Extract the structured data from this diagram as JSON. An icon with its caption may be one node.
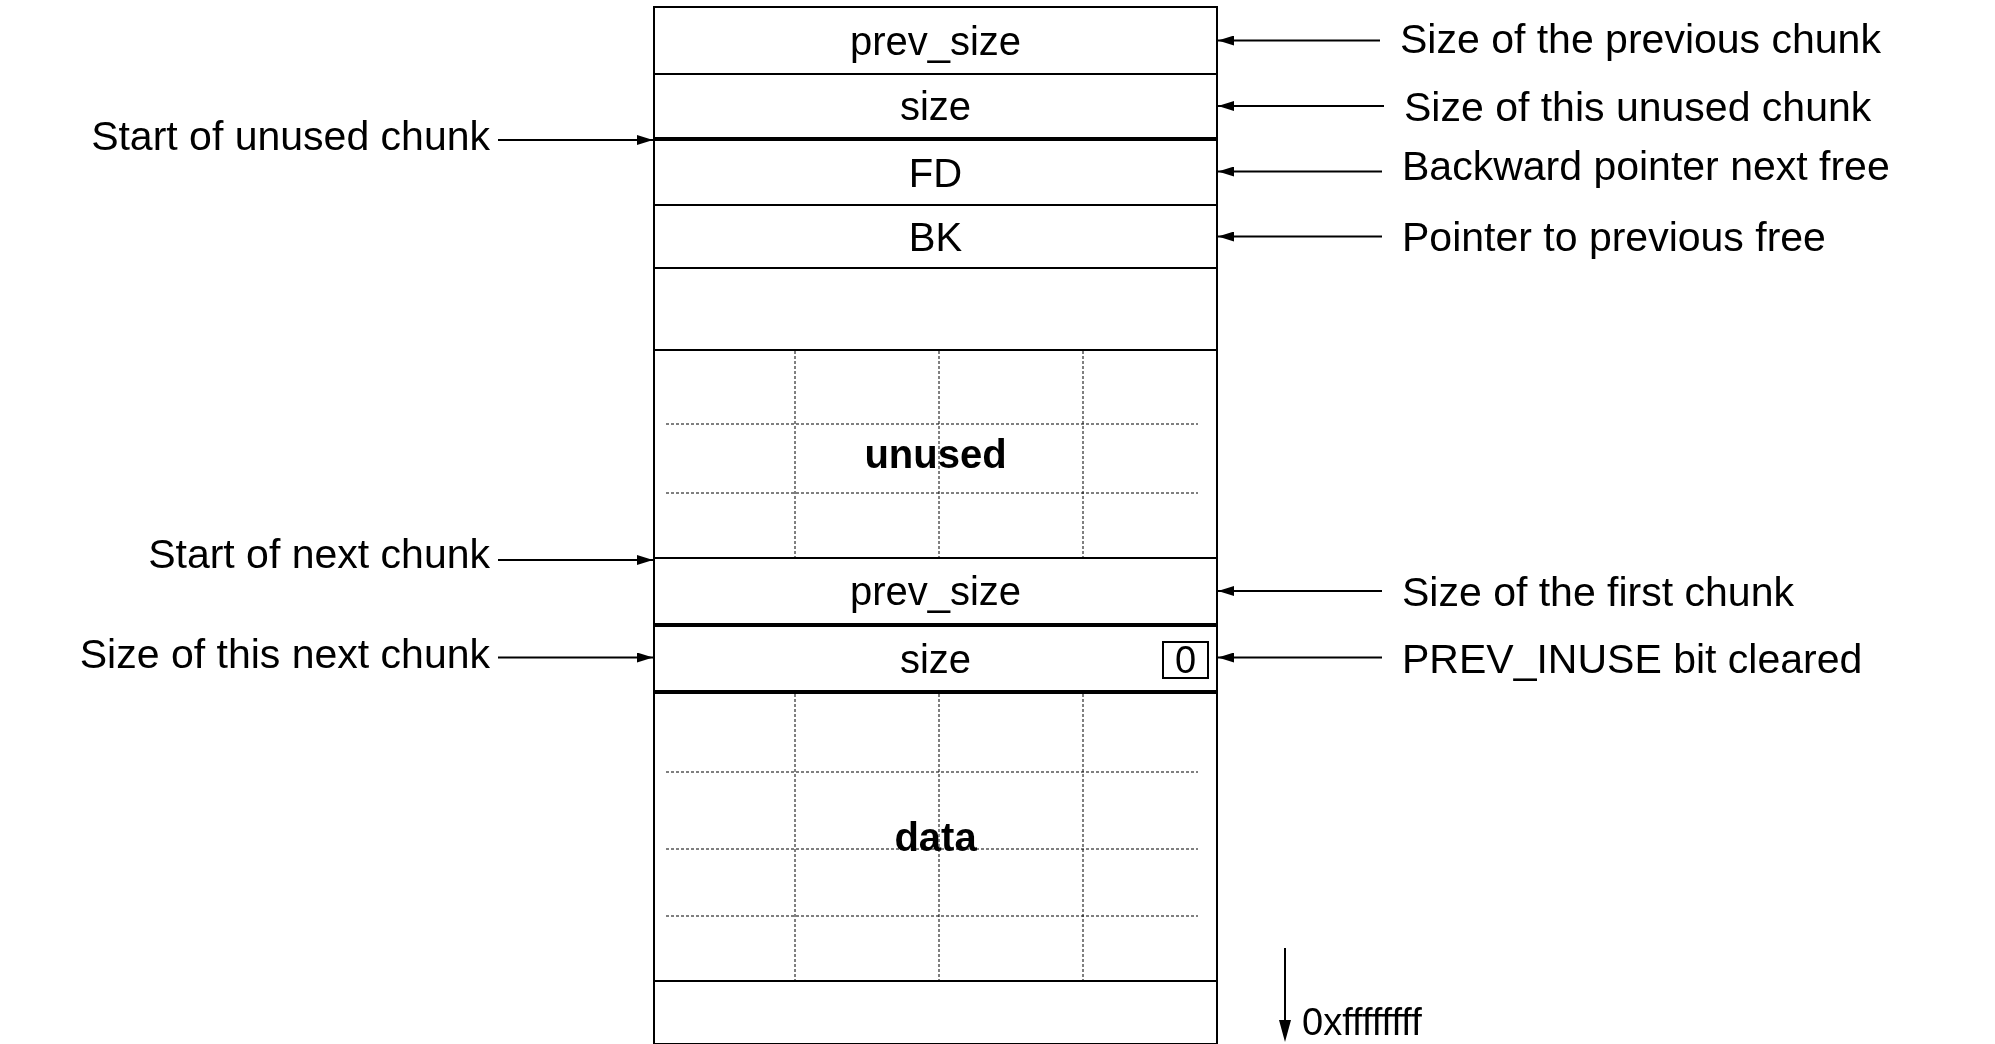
{
  "diagram": {
    "nodes": [
      {
        "text": [
          "prev_size"
        ]
      },
      {
        "text": [
          "size"
        ]
      },
      {
        "text": [
          "FD"
        ]
      },
      {
        "text": [
          "BK"
        ]
      },
      {
        "text": [],
        "shape": "box"
      },
      {
        "text": [
          "unused"
        ]
      },
      {
        "text": [
          "prev_size"
        ]
      },
      {
        "text": [
          "size"
        ]
      },
      {
        "text": [
          "0"
        ],
        "in": 7
      },
      {
        "text": [
          "data"
        ]
      },
      {
        "text": [],
        "shape": "box"
      },
      {
        "text": [
          "Size of the previous chunk"
        ]
      },
      {
        "text": [
          "Size of this unused chunk"
        ]
      },
      {
        "text": [
          "Backward pointer next free"
        ]
      },
      {
        "text": [
          "Pointer to previous free"
        ]
      },
      {
        "text": [
          "Size of the first chunk"
        ]
      },
      {
        "text": [
          "PREV_INUSE bit cleared"
        ]
      },
      {
        "text": [
          "Start of unused chunk"
        ]
      },
      {
        "text": [
          "Start of next chunk"
        ]
      },
      {
        "text": [
          "Size of this next chunk"
        ]
      }
    ],
    "edges": [
      {
        "from": 11,
        "to": 0,
        "arrow": "to"
      },
      {
        "from": 12,
        "to": 1,
        "arrow": "to"
      },
      {
        "from": 13,
        "to": 2,
        "arrow": "to"
      },
      {
        "from": 14,
        "to": 3,
        "arrow": "to"
      },
      {
        "from": 15,
        "to": 6,
        "arrow": "to"
      },
      {
        "from": 16,
        "to": 7,
        "arrow": "to"
      },
      {
        "from": 17,
        "to": 2,
        "arrow": "to"
      },
      {
        "from": 18,
        "to": 6,
        "arrow": "to"
      },
      {
        "from": 19,
        "to": 7,
        "arrow": "to"
      }
    ],
    "labels": [
      "0xffffffff"
    ]
  }
}
